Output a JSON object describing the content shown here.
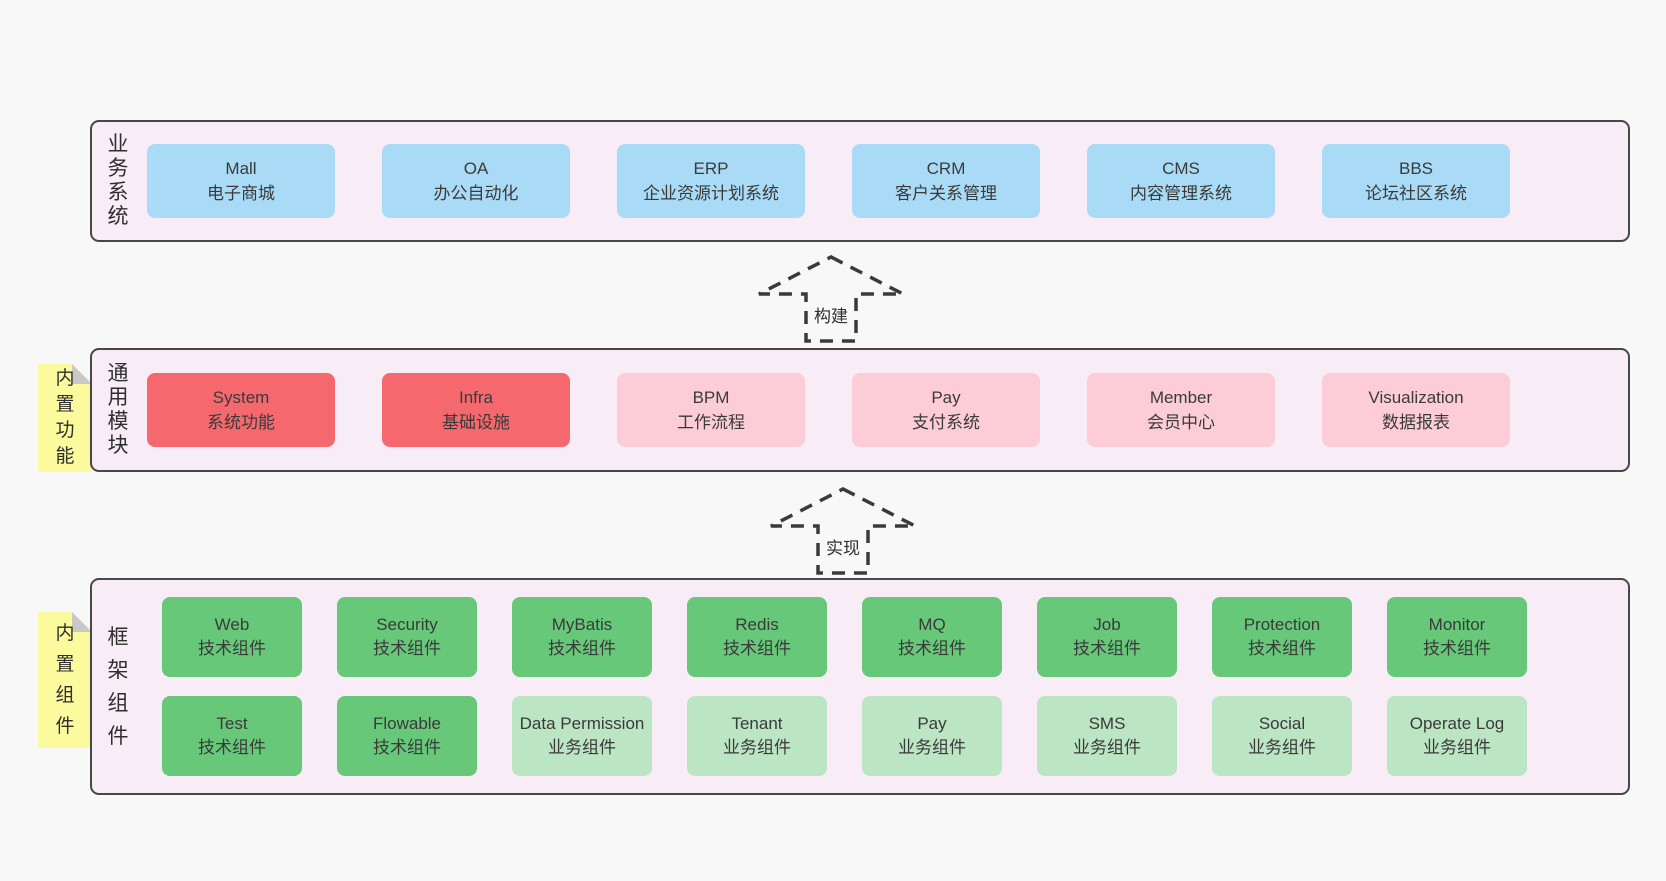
{
  "colors": {
    "page_bg": "#f8f8f8",
    "panel_bg": "#f8edf6",
    "panel_border": "#474747",
    "box_blue": "#a9dbf6",
    "box_red": "#f5696e",
    "box_pink": "#fccdd6",
    "box_green": "#68c87a",
    "box_light_green": "#bce5c3",
    "sticky_yellow": "#fbfa9d",
    "sticky_fold_gray": "#c9c9c9",
    "text": "#3a3a3a"
  },
  "business": {
    "label": "业务系统",
    "boxes": [
      {
        "en": "Mall",
        "zh": "电子商城"
      },
      {
        "en": "OA",
        "zh": "办公自动化"
      },
      {
        "en": "ERP",
        "zh": "企业资源计划系统"
      },
      {
        "en": "CRM",
        "zh": "客户关系管理"
      },
      {
        "en": "CMS",
        "zh": "内容管理系统"
      },
      {
        "en": "BBS",
        "zh": "论坛社区系统"
      }
    ]
  },
  "arrow_build": {
    "label": "构建"
  },
  "modules": {
    "label": "通用模块",
    "sticky": "内置功能",
    "boxes": [
      {
        "en": "System",
        "zh": "系统功能"
      },
      {
        "en": "Infra",
        "zh": "基础设施"
      },
      {
        "en": "BPM",
        "zh": "工作流程"
      },
      {
        "en": "Pay",
        "zh": "支付系统"
      },
      {
        "en": "Member",
        "zh": "会员中心"
      },
      {
        "en": "Visualization",
        "zh": "数据报表"
      }
    ]
  },
  "arrow_implement": {
    "label": "实现"
  },
  "framework": {
    "label": "框架组件",
    "sticky": "内置组件",
    "row1": [
      {
        "en": "Web",
        "zh": "技术组件"
      },
      {
        "en": "Security",
        "zh": "技术组件"
      },
      {
        "en": "MyBatis",
        "zh": "技术组件"
      },
      {
        "en": "Redis",
        "zh": "技术组件"
      },
      {
        "en": "MQ",
        "zh": "技术组件"
      },
      {
        "en": "Job",
        "zh": "技术组件"
      },
      {
        "en": "Protection",
        "zh": "技术组件"
      },
      {
        "en": "Monitor",
        "zh": "技术组件"
      }
    ],
    "row2": [
      {
        "en": "Test",
        "zh": "技术组件"
      },
      {
        "en": "Flowable",
        "zh": "技术组件"
      },
      {
        "en": "Data Permission",
        "zh": "业务组件"
      },
      {
        "en": "Tenant",
        "zh": "业务组件"
      },
      {
        "en": "Pay",
        "zh": "业务组件"
      },
      {
        "en": "SMS",
        "zh": "业务组件"
      },
      {
        "en": "Social",
        "zh": "业务组件"
      },
      {
        "en": "Operate Log",
        "zh": "业务组件"
      }
    ]
  }
}
